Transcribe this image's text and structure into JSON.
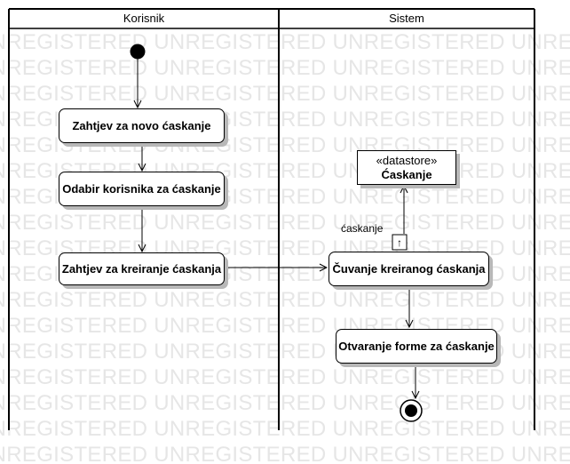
{
  "watermark_text": "UNREGISTERED",
  "lanes": [
    {
      "title": "Korisnik"
    },
    {
      "title": "Sistem"
    }
  ],
  "actions": {
    "request_new_chat": "Zahtjev za novo ćaskanje",
    "select_user": "Odabir korisnika za ćaskanje",
    "create_chat_request": "Zahtjev za kreiranje ćaskanja",
    "save_chat": "Čuvanje kreiranog ćaskanja",
    "open_chat_form": "Otvaranje forme za ćaskanje"
  },
  "datastore": {
    "stereotype": "«datastore»",
    "name": "Ćaskanje"
  },
  "flow_label": "ćaskanje",
  "pin_symbol": "↑"
}
